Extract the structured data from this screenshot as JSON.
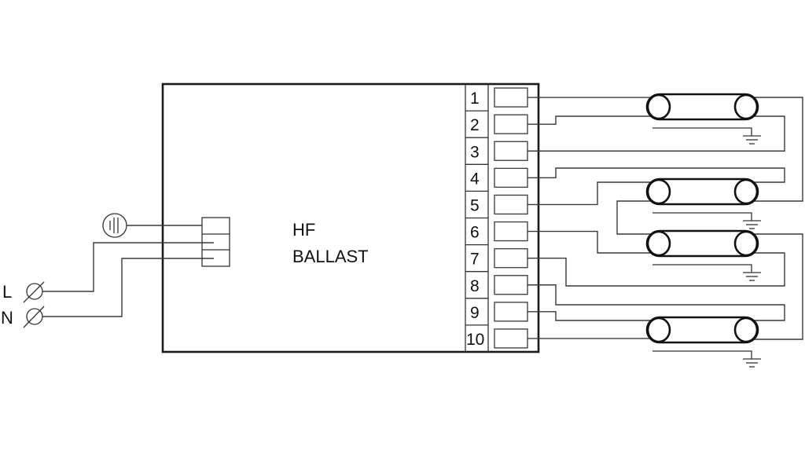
{
  "ballast": {
    "line1": "HF",
    "line2": "BALLAST"
  },
  "supply": {
    "line_label": "L",
    "neutral_label": "N",
    "earth_symbol": "protective-earth-icon"
  },
  "terminals": [
    "1",
    "2",
    "3",
    "4",
    "5",
    "6",
    "7",
    "8",
    "9",
    "10"
  ],
  "lamps": [
    {
      "name": "lamp-1",
      "ground": "ground-icon"
    },
    {
      "name": "lamp-2",
      "ground": "ground-icon"
    },
    {
      "name": "lamp-3",
      "ground": "ground-icon"
    },
    {
      "name": "lamp-4",
      "ground": "ground-icon"
    }
  ],
  "colors": {
    "line": "#333333",
    "background": "#ffffff"
  }
}
